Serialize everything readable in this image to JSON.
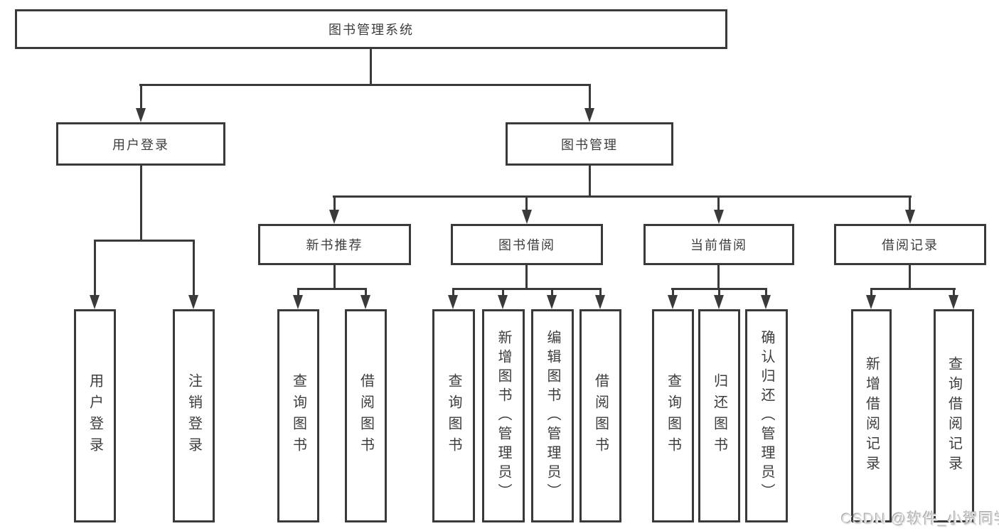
{
  "diagram": {
    "title_node": "图书管理系统",
    "watermark": "CSDN @软件_小贺同学",
    "colors": {
      "line": "#3a3a3a",
      "box_border": "#3a3a3a",
      "box_background": "#ffffff",
      "text": "#3d3d3d",
      "watermark": "#dcdcdc"
    },
    "level2": [
      {
        "label": "用户登录"
      },
      {
        "label": "图书管理"
      }
    ],
    "level3": [
      {
        "label": "新书推荐"
      },
      {
        "label": "图书借阅"
      },
      {
        "label": "当前借阅"
      },
      {
        "label": "借阅记录"
      }
    ],
    "leaves": {
      "user_login": [
        "用户登录",
        "注销登录"
      ],
      "new_book_recommendation": [
        "查询图书",
        "借阅图书"
      ],
      "book_borrowing": [
        "查询图书",
        "新增图书（管理员）",
        "编辑图书（管理员）",
        "借阅图书"
      ],
      "current_borrowing": [
        "查询图书",
        "归还图书",
        "确认归还（管理员）"
      ],
      "borrowing_records": [
        "新增借阅记录",
        "查询借阅记录"
      ]
    }
  }
}
